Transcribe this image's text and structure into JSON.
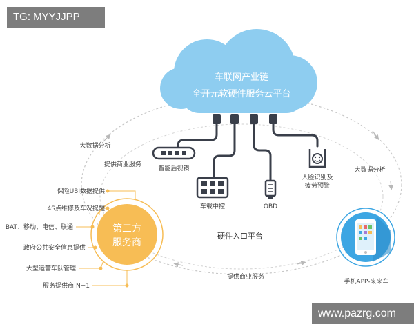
{
  "watermarks": {
    "top": "TG: MYYJJPP",
    "bottom": "www.pazrg.com"
  },
  "cloud": {
    "line1": "车联网产业链",
    "line2": "全开元软硬件服务云平台"
  },
  "devices": {
    "mirror": "智能后视镜",
    "console": "车载中控",
    "obd": "OBD",
    "face_line1": "人脸识别及",
    "face_line2": "疲劳预警"
  },
  "center_label": "硬件入口平台",
  "loop_labels": {
    "big_data_left": "大数据分析",
    "biz_top": "提供商业服务",
    "big_data_right": "大数据分析",
    "biz_bottom": "提供商业服务"
  },
  "third_party": {
    "line1": "第三方",
    "line2": "服务商"
  },
  "services": [
    "保险UBI数据提供",
    "4S点维修及车况提醒",
    "BAT、移动、电信、联通",
    "政府公共安全信息提供",
    "大型运营车队管理",
    "服务提供商 N+1"
  ],
  "phone": {
    "label": "手机APP-来来车"
  },
  "colors": {
    "cloud": "#8ecdf0",
    "third_party": "#f7bd55",
    "phone_circle": "#3da6e3",
    "line_gray": "#c8c8c8",
    "device": "#3a3f4a"
  }
}
